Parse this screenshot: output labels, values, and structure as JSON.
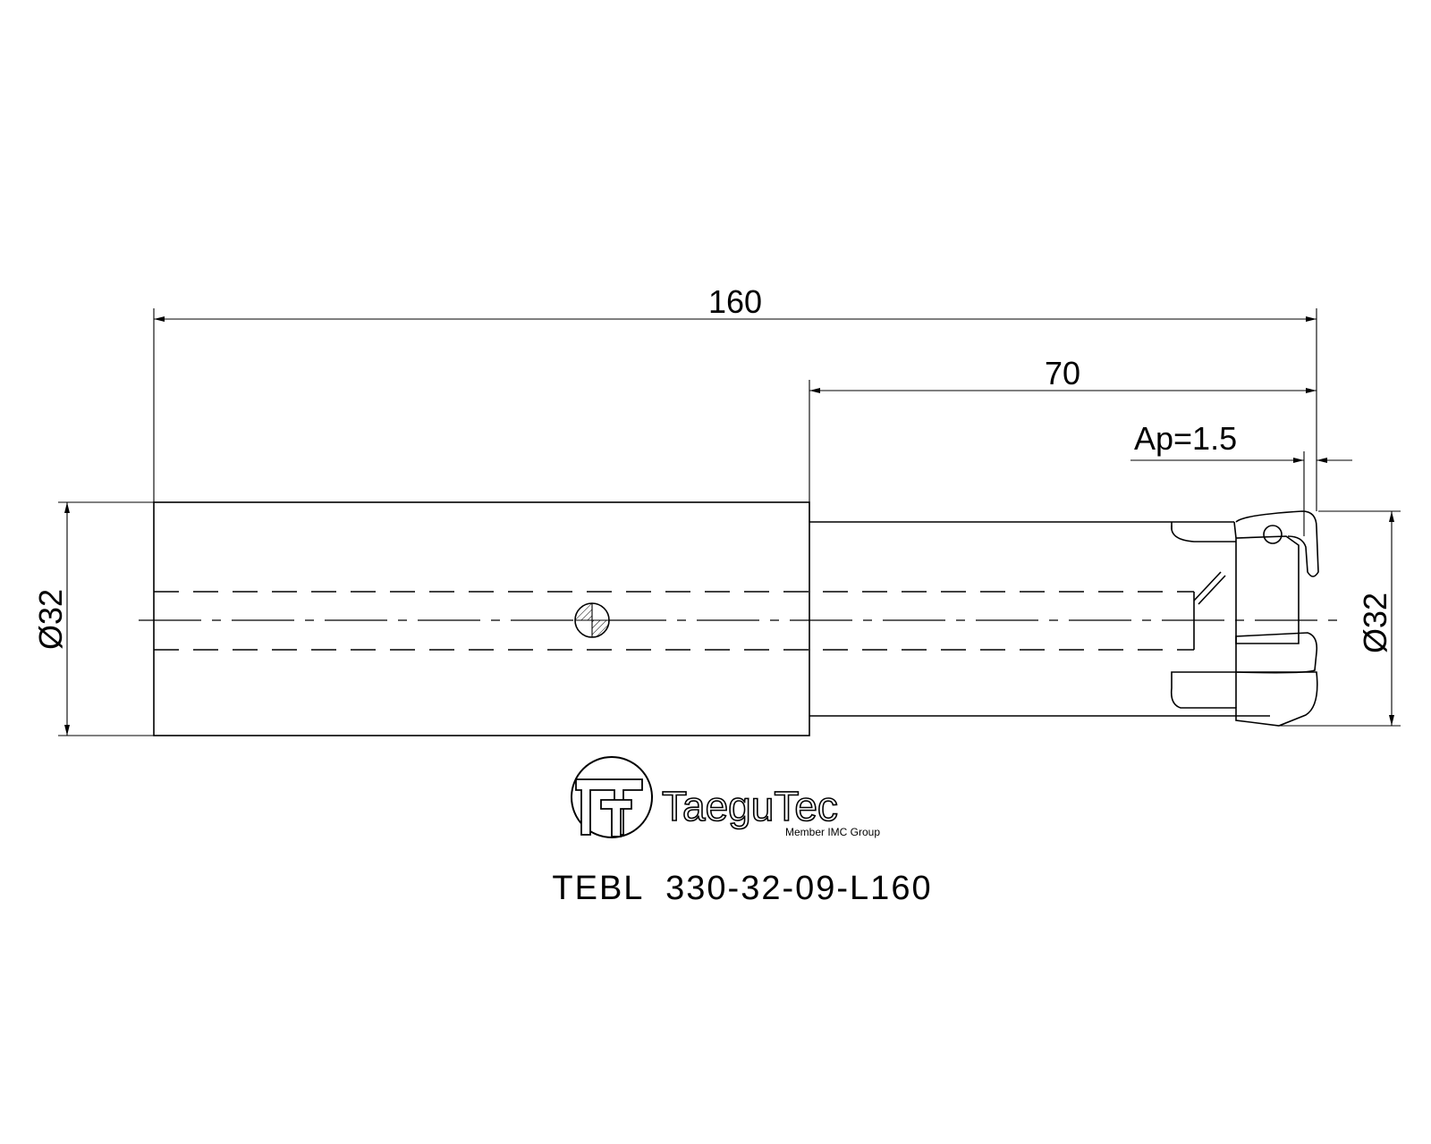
{
  "dimensions": {
    "overall_length": "160",
    "head_length": "70",
    "depth_of_cut": "Ap=1.5",
    "shank_diameter": "Ø32",
    "cutting_diameter": "Ø32"
  },
  "brand": {
    "name": "TaeguTec",
    "tagline": "Member IMC Group"
  },
  "part_number": "TEBL  330-32-09-L160"
}
